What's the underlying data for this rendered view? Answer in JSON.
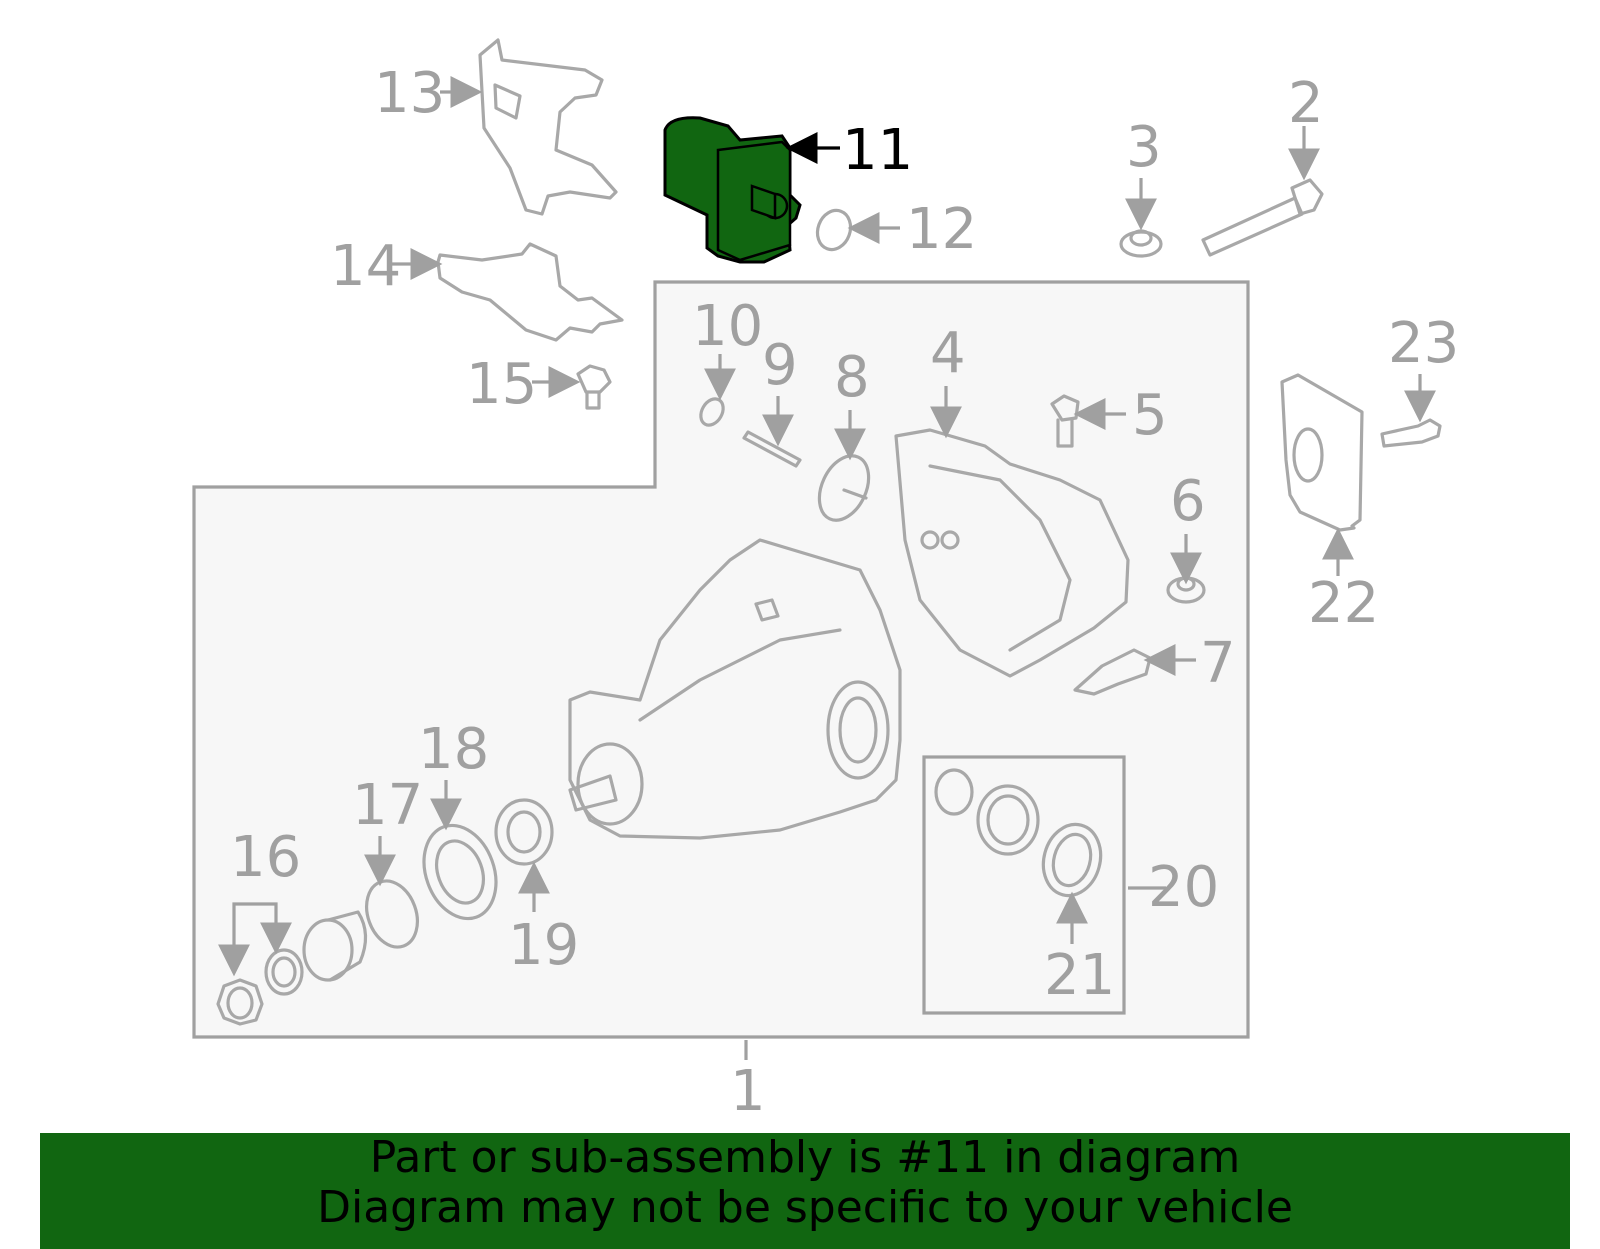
{
  "highlight": {
    "part_number": "11",
    "color": "#116611"
  },
  "callouts": {
    "c1": "1",
    "c2": "2",
    "c3": "3",
    "c4": "4",
    "c5": "5",
    "c6": "6",
    "c7": "7",
    "c8": "8",
    "c9": "9",
    "c10": "10",
    "c11": "11",
    "c12": "12",
    "c13": "13",
    "c14": "14",
    "c15": "15",
    "c16": "16",
    "c17": "17",
    "c18": "18",
    "c19": "19",
    "c20": "20",
    "c21": "21",
    "c22": "22",
    "c23": "23"
  },
  "banner": {
    "line1": "Part or sub-assembly is #11 in diagram",
    "line2": "Diagram may not be specific to your vehicle",
    "background": "#116611"
  }
}
